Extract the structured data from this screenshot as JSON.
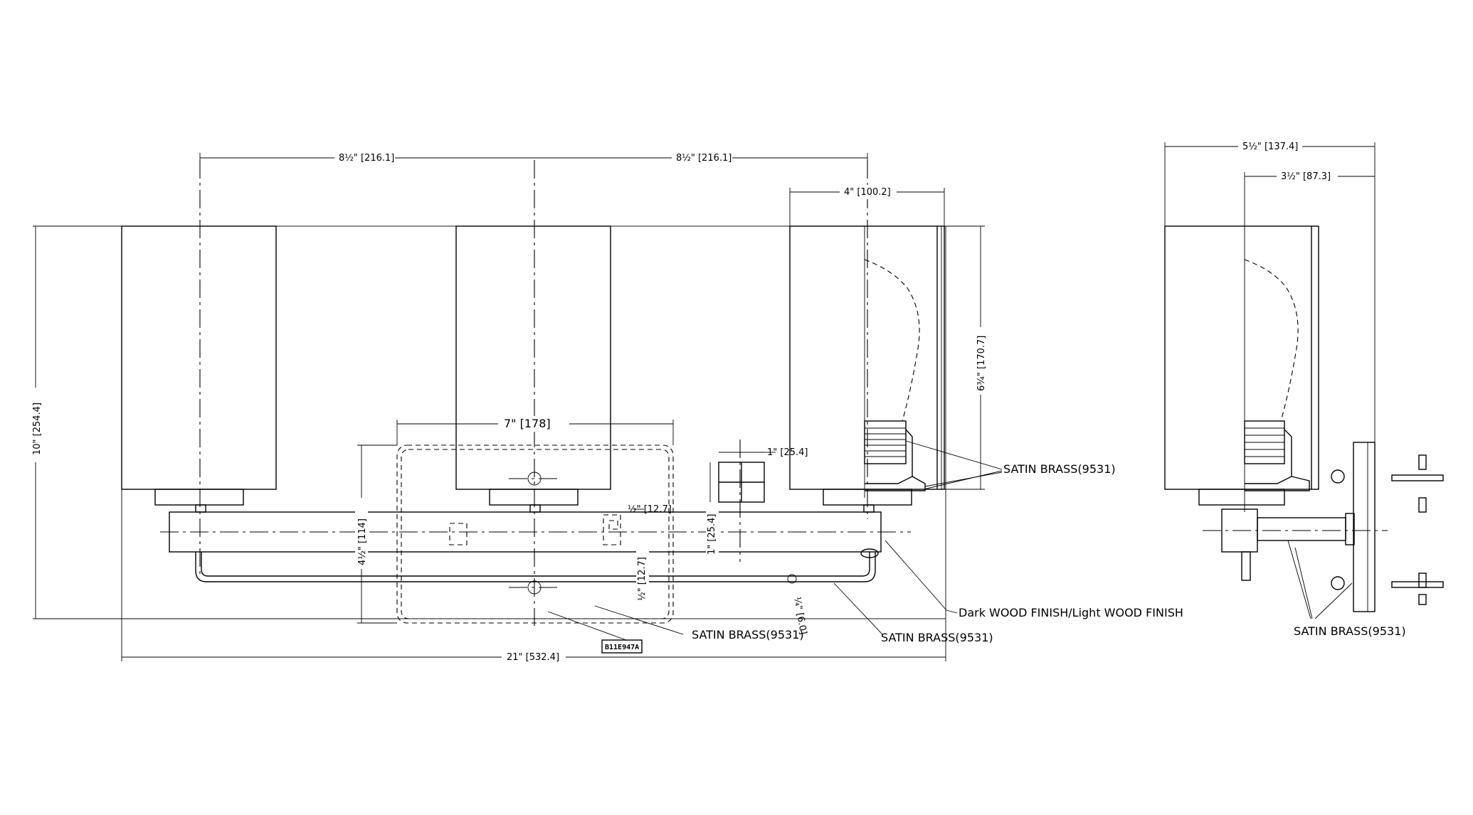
{
  "dims": {
    "top_left": "8½\" [216.1]",
    "top_right": "8½\" [216.1]",
    "shade_width": "4\" [100.2]",
    "height": "10\" [254.4]",
    "shade_height": "6¾\" [170.7]",
    "backplate_width": "7\" [178]",
    "backplate_height": "4½\" [114]",
    "arm_square": "1\" [25.4]",
    "square_small": "½\" [12.7]",
    "bar_height": "1\" [25.4]",
    "arm_gap": "½\" [12.7]",
    "rod_dia": "¼\" [6.0]",
    "total_width": "21\" [532.4]",
    "depth": "5½\" [137.4]",
    "shade_depth": "3½\" [87.3]"
  },
  "notes": {
    "satin_top": "SATIN BRASS(9531)",
    "satin_plate": "SATIN BRASS(9531)",
    "satin_arm": "SATIN BRASS(9531)",
    "wood": "Dark WOOD FINISH/Light WOOD FINISH",
    "satin_side": "SATIN BRASS(9531)"
  },
  "label_tag": "B11E947A"
}
